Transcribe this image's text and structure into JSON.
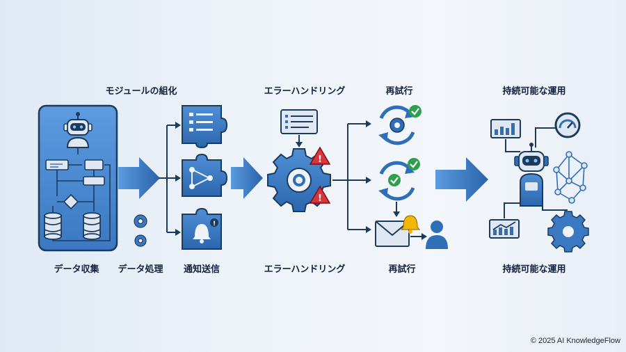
{
  "labels": {
    "top_modular": "モジュールの組化",
    "top_error": "エラーハンドリング",
    "top_retry": "再試行",
    "top_ops": "持続可能な運用",
    "bottom_collect": "データ収集",
    "bottom_process": "データ処理",
    "bottom_notify": "通知送信",
    "bottom_error": "エラーハンドリング",
    "bottom_retry": "再試行",
    "bottom_ops": "持続可能な運用"
  },
  "copyright": "© 2025 AI KnowledgeFlow",
  "colors": {
    "primary": "#2f6fb8",
    "dark": "#1b3a5c",
    "light": "#5a9ad9",
    "alert": "#d9343a",
    "success": "#2e9e4f",
    "bell": "#f2b705"
  },
  "icons": [
    "robot-icon",
    "flowchart-icon",
    "database-icon",
    "gear-icon",
    "puzzle-list-icon",
    "puzzle-flow-icon",
    "puzzle-bell-icon",
    "warning-icon",
    "refresh-icon",
    "check-icon",
    "mail-icon",
    "bell-icon",
    "user-icon",
    "bar-chart-icon",
    "gauge-icon",
    "network-icon",
    "line-chart-icon"
  ]
}
